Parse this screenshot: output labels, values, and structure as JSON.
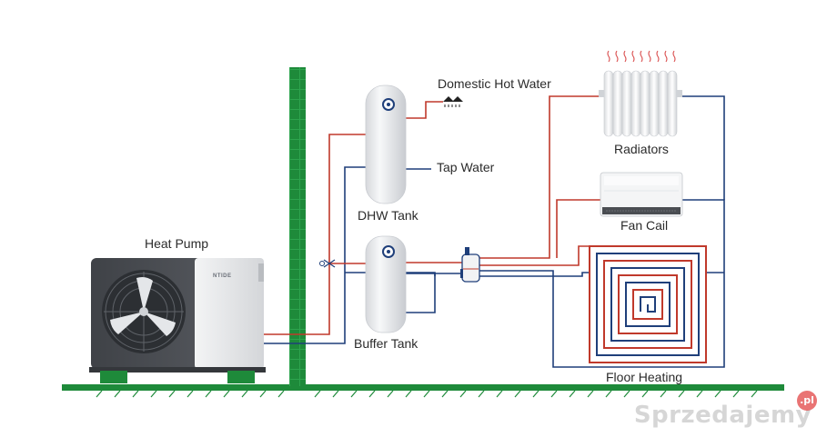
{
  "colors": {
    "hot_pipe": "#c0392b",
    "cold_pipe": "#1f3f7a",
    "wall_ground": "#1e8a3a",
    "unit_body": "#4a4d52",
    "tank": "#e9eaec"
  },
  "labels": {
    "heat_pump": "Heat Pump",
    "dhw_tank": "DHW Tank",
    "buffer_tank": "Buffer Tank",
    "domestic_hot_water": "Domestic Hot Water",
    "tap_water": "Tap Water",
    "radiators": "Radiators",
    "fan_coil": "Fan Cail",
    "floor_heating": "Floor Heating"
  },
  "brand_text": "NTIDE",
  "watermark": {
    "text": "Sprzedajemy",
    "badge": ".pl"
  },
  "icons": [
    "shower-icon",
    "fan-icon",
    "valve-icon",
    "manifold-icon",
    "heat-waves-icon"
  ]
}
